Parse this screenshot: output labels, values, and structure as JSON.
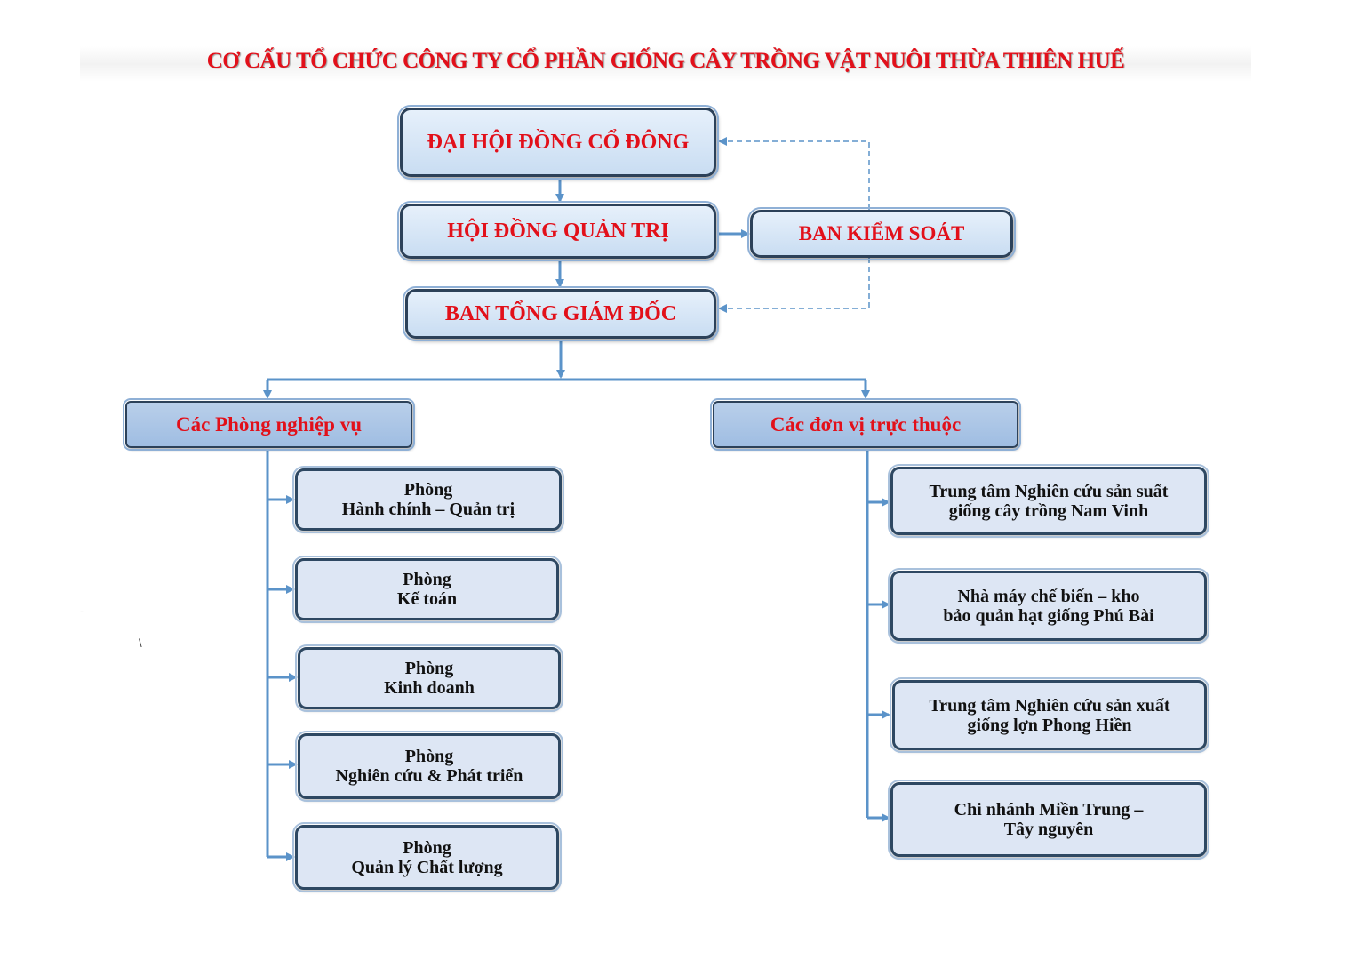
{
  "title": "CƠ CẤU TỔ CHỨC CÔNG TY CỔ PHẦN GIỐNG CÂY TRỒNG VẬT NUÔI THỪA THIÊN HUẾ",
  "top_nodes": {
    "shareholders": "ĐẠI HỘI ĐỒNG CỔ ĐÔNG",
    "board": "HỘI ĐỒNG QUẢN TRỊ",
    "supervisory": "BAN KIỂM SOÁT",
    "executive": "BAN TỔNG GIÁM ĐỐC"
  },
  "groups": {
    "departments": "Các Phòng nghiệp vụ",
    "units": "Các đơn vị trực thuộc"
  },
  "departments": [
    {
      "line1": "Phòng",
      "line2": "Hành chính – Quản trị"
    },
    {
      "line1": "Phòng",
      "line2": "Kế toán"
    },
    {
      "line1": "Phòng",
      "line2": "Kinh doanh"
    },
    {
      "line1": "Phòng",
      "line2": "Nghiên cứu & Phát triển"
    },
    {
      "line1": "Phòng",
      "line2": "Quản lý Chất lượng"
    }
  ],
  "units": [
    {
      "line1": "Trung tâm Nghiên cứu sản suất",
      "line2": "giống cây trồng Nam Vinh"
    },
    {
      "line1": "Nhà máy chế biến – kho",
      "line2": "bảo quản hạt giống Phú Bài"
    },
    {
      "line1": "Trung tâm Nghiên cứu sản xuất",
      "line2": "giống lợn Phong Hiền"
    },
    {
      "line1": "Chi nhánh Miền Trung –",
      "line2": "Tây nguyên"
    }
  ],
  "stray_marks": [
    "-",
    "\\"
  ],
  "colors": {
    "title_red": "#e2101a",
    "connector_blue": "#5b93c9",
    "box_border": "#2c4159",
    "box_fill": "#dde6f4"
  }
}
